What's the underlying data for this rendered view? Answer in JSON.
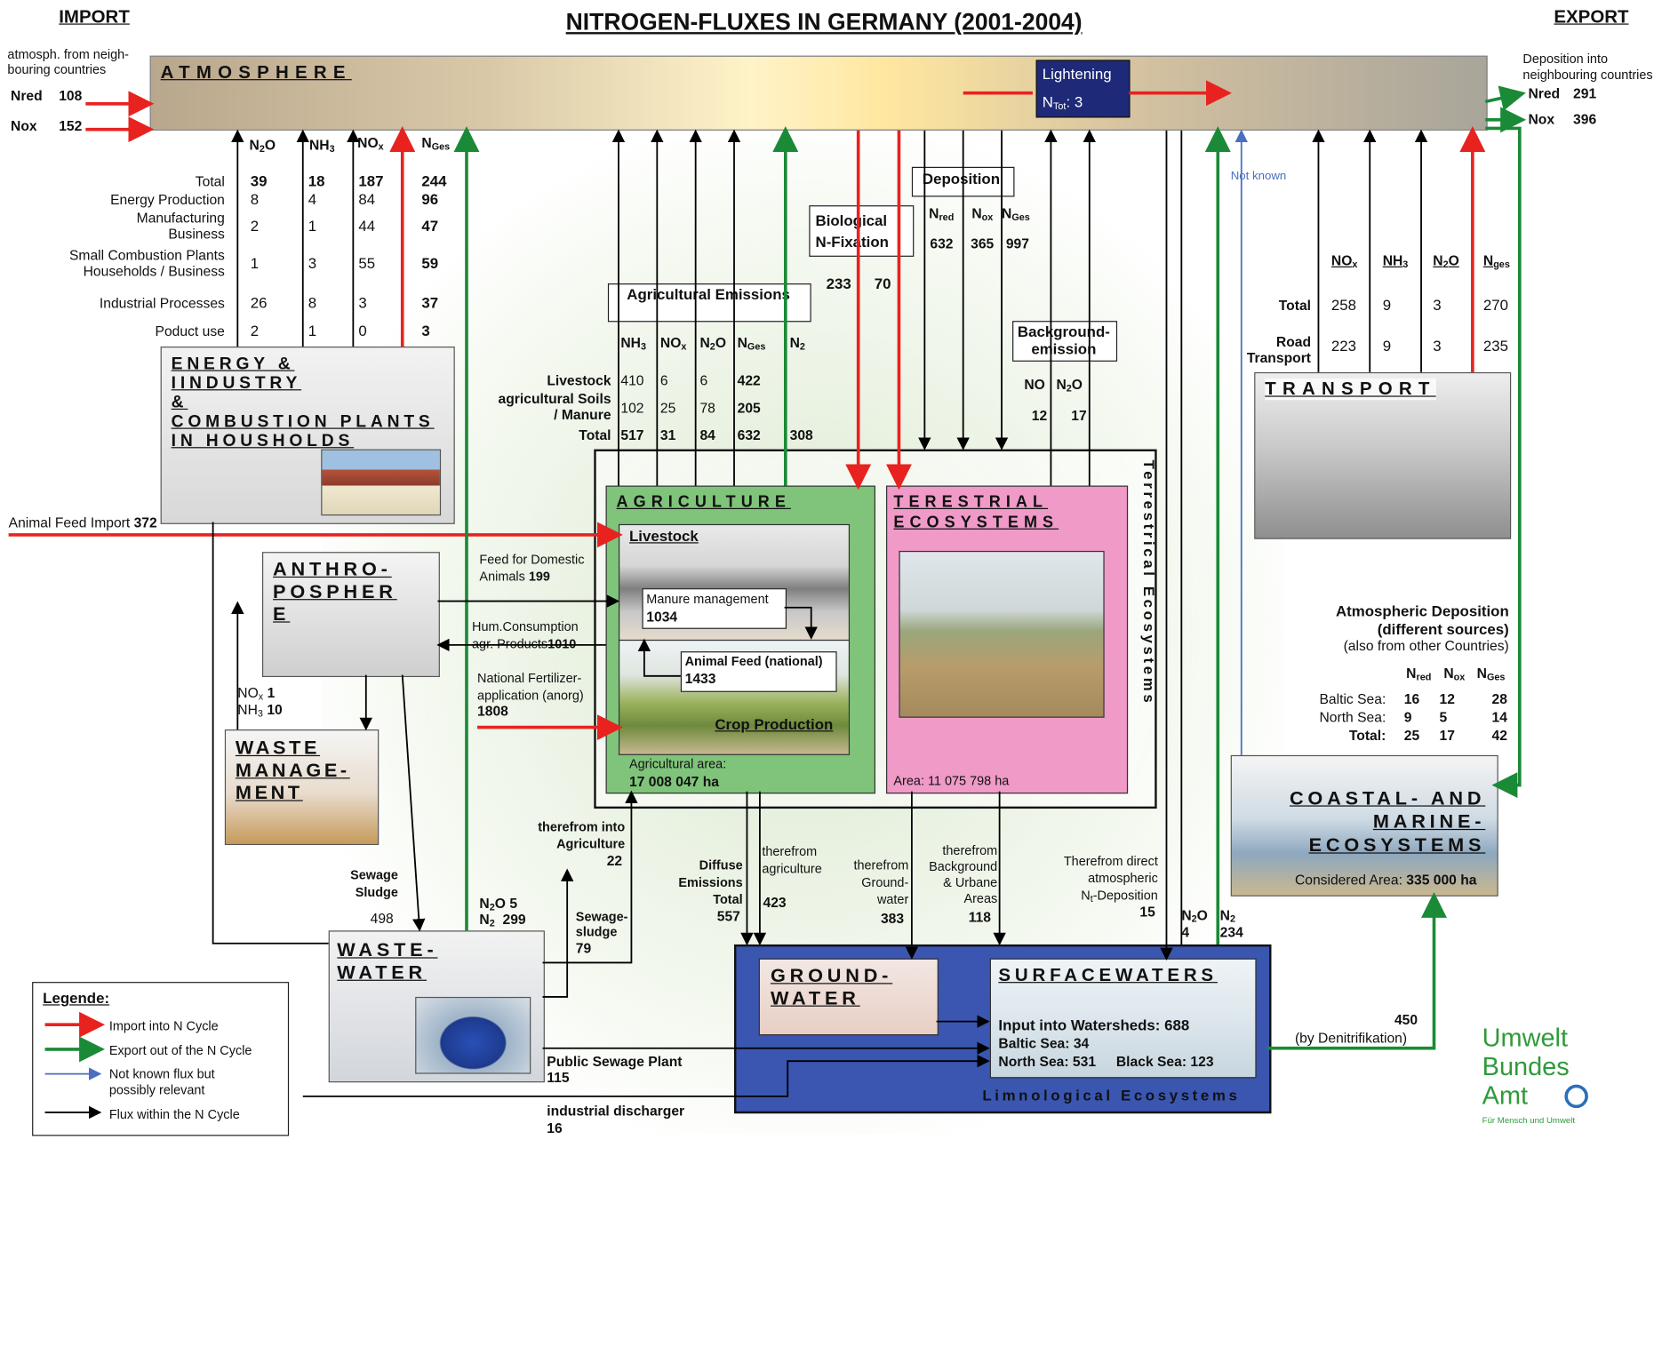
{
  "title": "NITROGEN-FLUXES IN GERMANY (2001-2004)",
  "import_label": "IMPORT",
  "export_label": "EXPORT",
  "colors": {
    "import": "#e8221f",
    "export": "#1a8a36",
    "unknown": "#4a6fc0",
    "within": "#000000",
    "agriculture": "#7fc47a",
    "terrestrial": "#f09ac8",
    "limnological": "#3a56b0"
  },
  "atmosphere": {
    "label": "ATMOSPHERE",
    "import_note": "atmosph. from neigh-\nbouring countries",
    "nred_label": "Nred",
    "nred_value": "108",
    "nox_label": "Nox",
    "nox_value": "152",
    "lightening_label": "Lightening",
    "lightening_ntot": "N",
    "lightening_ntot_sub": "Tot",
    "lightening_value": ": 3",
    "export_note": "Deposition into\nneighbouring countries",
    "export_nred_label": "Nred",
    "export_nred": "291",
    "export_nox_label": "Nox",
    "export_nox": "396"
  },
  "energy_table": {
    "headers": [
      "N2O",
      "NH3",
      "NOx",
      "NGes"
    ],
    "rows": [
      {
        "label": "Total",
        "values": [
          "39",
          "18",
          "187",
          "244"
        ]
      },
      {
        "label": "Energy Production",
        "values": [
          "8",
          "4",
          "84",
          "96"
        ]
      },
      {
        "label": "Manufacturing\nBusiness",
        "values": [
          "2",
          "1",
          "44",
          "47"
        ]
      },
      {
        "label": "Small Combustion Plants\nHouseholds / Business",
        "values": [
          "1",
          "3",
          "55",
          "59"
        ]
      },
      {
        "label": "Industrial Processes",
        "values": [
          "26",
          "8",
          "3",
          "37"
        ]
      },
      {
        "label": "Poduct use",
        "values": [
          "2",
          "1",
          "0",
          "3"
        ]
      }
    ]
  },
  "energy_box": {
    "label": "ENERGY &\nIINDUSTRY\n&\nCOMBUSTION PLANTS\nIN HOUSHOLDS"
  },
  "animal_feed_import": {
    "label": "Animal Feed Import",
    "value": "372"
  },
  "agri_emissions": {
    "title": "Agricultural Emissions",
    "headers": [
      "NH3",
      "NOx",
      "N2O",
      "NGes",
      "N2"
    ],
    "rows": [
      {
        "label": "Livestock",
        "values": [
          "410",
          "6",
          "6",
          "422",
          ""
        ]
      },
      {
        "label": "agricultural Soils\n/ Manure",
        "values": [
          "102",
          "25",
          "78",
          "205",
          ""
        ]
      },
      {
        "label": "Total",
        "values": [
          "517",
          "31",
          "84",
          "632",
          "308"
        ]
      }
    ]
  },
  "biological_fixation": {
    "label": "Biological\nN-Fixation",
    "value_a": "233",
    "value_b": "70"
  },
  "deposition": {
    "title": "Deposition",
    "headers": [
      "Nred",
      "Nox",
      "NGes"
    ],
    "values": [
      "632",
      "365",
      "997"
    ]
  },
  "background_emission": {
    "title": "Background-\nemission",
    "headers": [
      "NO",
      "N2O"
    ],
    "values": [
      "12",
      "17"
    ]
  },
  "transport_table": {
    "headers": [
      "NOx",
      "NH3",
      "N2O",
      "Nges"
    ],
    "rows": [
      {
        "label": "Total",
        "values": [
          "258",
          "9",
          "3",
          "270"
        ]
      },
      {
        "label": "Road\nTransport",
        "values": [
          "223",
          "9",
          "3",
          "235"
        ]
      }
    ]
  },
  "transport_box": {
    "label": "TRANSPORT"
  },
  "not_known": "Not known",
  "anthroposphere": {
    "label": "ANTHRO-\nPOSPHER\nE"
  },
  "flows_to_agri": {
    "feed_domestic": "Feed for Domestic\nAnimals",
    "feed_domestic_value": "199",
    "hum_consumption": "Hum.Consumption\nagr. Products",
    "hum_value": "1010",
    "fertilizer": "National Fertilizer-\napplication (anorg)",
    "fertilizer_value": "1808"
  },
  "agriculture": {
    "label": "AGRICULTURE",
    "livestock": "Livestock",
    "manure": "Manure management",
    "manure_value": "1034",
    "animal_feed": "Animal Feed (national)",
    "animal_feed_value": "1433",
    "crop": "Crop Production",
    "area_label": "Agricultural area:",
    "area_value": "17 008 047 ha"
  },
  "terrestrial": {
    "label": "TERESTRIAL\nECOSYSTEMS",
    "area": "Area: 11 075 798 ha",
    "side": "Terrestrical Ecosystems"
  },
  "waste_management": {
    "label": "WASTE\nMANAGE-\nMENT",
    "nox": "NO",
    "nox_sub": "x",
    "nox_value": "1",
    "nh3": "NH",
    "nh3_sub": "3",
    "nh3_value": "10"
  },
  "sewage_sludge": {
    "label": "Sewage\nSludge",
    "value": "498"
  },
  "wastewater": {
    "label": "WASTE-\nWATER",
    "n2o": "5",
    "n2": "299",
    "sludge": "Sewage-\nsludge",
    "sludge_value": "79",
    "public": "Public Sewage Plant",
    "public_value": "115",
    "industrial": "industrial discharger",
    "industrial_value": "16"
  },
  "therefrom_agri": {
    "label": "therefrom into\nAgriculture",
    "value": "22"
  },
  "diffuse": {
    "label": "Diffuse\nEmissions\nTotal",
    "value": "557"
  },
  "therefrom_agriculture": {
    "label": "therefrom\nagriculture",
    "value": "423"
  },
  "therefrom_groundwater": {
    "label": "therefrom\nGround-\nwater",
    "value": "383"
  },
  "therefrom_background": {
    "label": "therefrom\nBackground\n& Urbane\nAreas",
    "value": "118"
  },
  "direct_deposition": {
    "label": "Therefrom direct\natmospheric\nN",
    "sub": "t",
    "label_end": "-Deposition",
    "value": "15"
  },
  "surface_export": {
    "n2o_label": "N2O",
    "n2o": "4",
    "n2_label": "N2",
    "n2": "234"
  },
  "groundwater": {
    "label": "GROUND-\nWATER"
  },
  "surfacewaters": {
    "label": "SURFACEWATERS",
    "input": "Input into Watersheds: 688",
    "baltic": "Baltic Sea: 34",
    "north": "North Sea: 531",
    "black": "Black Sea: 123"
  },
  "limnological": "Limnological Ecosystems",
  "denitrification": {
    "value": "450",
    "label": "(by Denitrifikation)"
  },
  "atmospheric_deposition": {
    "title": "Atmospheric Deposition\n(different sources)",
    "subtitle": "(also from other Countries)",
    "headers": [
      "Nred",
      "Nox",
      "NGes"
    ],
    "rows": [
      {
        "label": "Baltic Sea:",
        "values": [
          "16",
          "12",
          "28"
        ]
      },
      {
        "label": "North Sea:",
        "values": [
          "9",
          "5",
          "14"
        ]
      },
      {
        "label": "Total:",
        "values": [
          "25",
          "17",
          "42"
        ]
      }
    ]
  },
  "coastal": {
    "label": "COASTAL- AND\nMARINE-\nECOSYSTEMS",
    "area_label": "Considered Area:",
    "area_value": "335 000 ha"
  },
  "legend": {
    "title": "Legende:",
    "items": [
      {
        "label": "Import into N Cycle"
      },
      {
        "label": "Export out of the N Cycle"
      },
      {
        "label": "Not known flux but\npossibly relevant"
      },
      {
        "label": "Flux within the N Cycle"
      }
    ]
  },
  "logo": {
    "line1": "Umwelt",
    "line2": "Bundes",
    "line3": "Amt",
    "tagline": "Für Mensch und Umwelt"
  }
}
